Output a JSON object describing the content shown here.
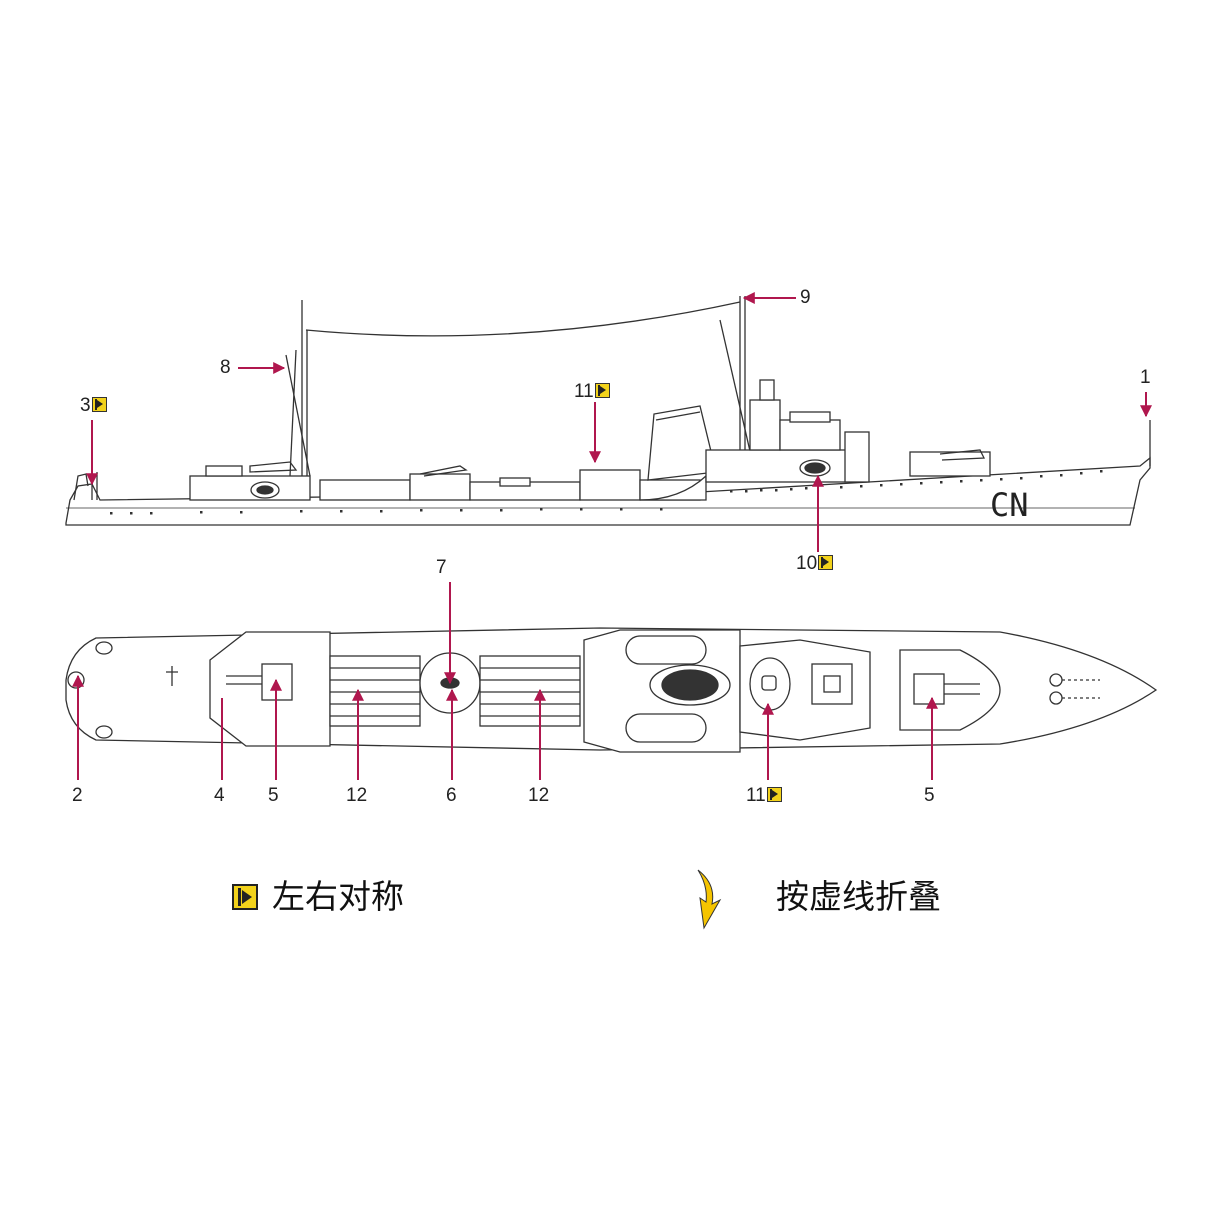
{
  "profile_labels": [
    "1",
    "3",
    "8",
    "9",
    "11",
    "10"
  ],
  "plan_labels": [
    "7",
    "2",
    "4",
    "5",
    "12",
    "6",
    "12",
    "11",
    "5"
  ],
  "hull_marking": "CN",
  "legend": {
    "symmetric_text": "左右对称",
    "fold_text": "按虚线折叠"
  },
  "colors": {
    "leader": "#b0174e",
    "symbol": "#f2d21b",
    "fold_arrow": "#f5c400",
    "line": "#333333"
  }
}
